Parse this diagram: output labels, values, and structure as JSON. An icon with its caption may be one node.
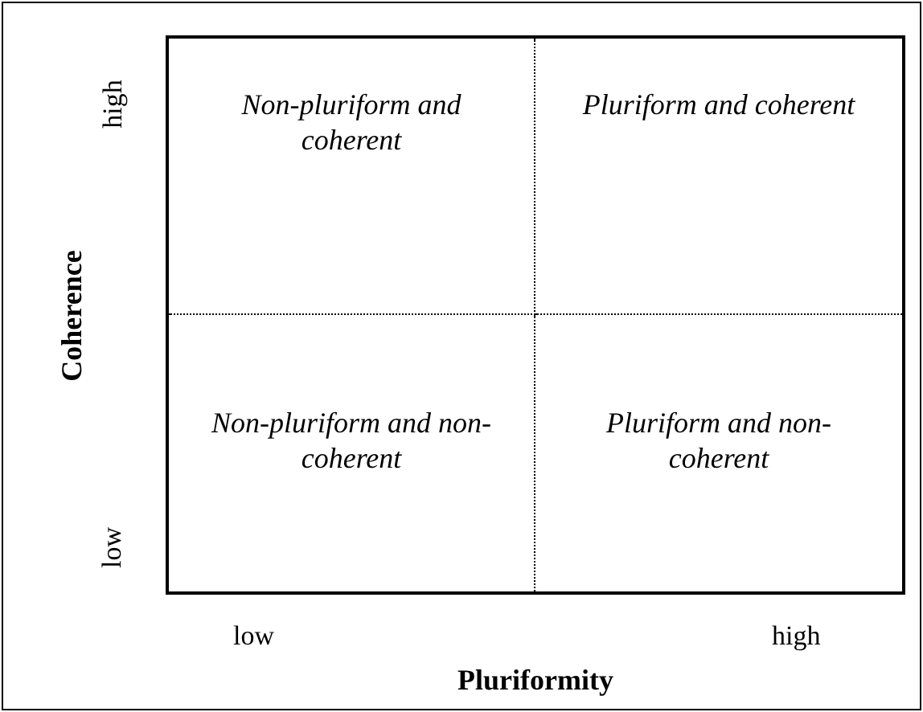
{
  "diagram": {
    "nodes": [
      {
        "text": [
          "Non-pluriform and coherent"
        ]
      },
      {
        "text": [
          "Pluriform and coherent"
        ]
      },
      {
        "text": [
          "Non-pluriform and non-coherent"
        ]
      },
      {
        "text": [
          "Pluriform and non-coherent"
        ]
      }
    ],
    "edges": [],
    "labels": [
      "high",
      "Coherence",
      "low",
      "low",
      "high",
      "Pluriformity"
    ]
  }
}
